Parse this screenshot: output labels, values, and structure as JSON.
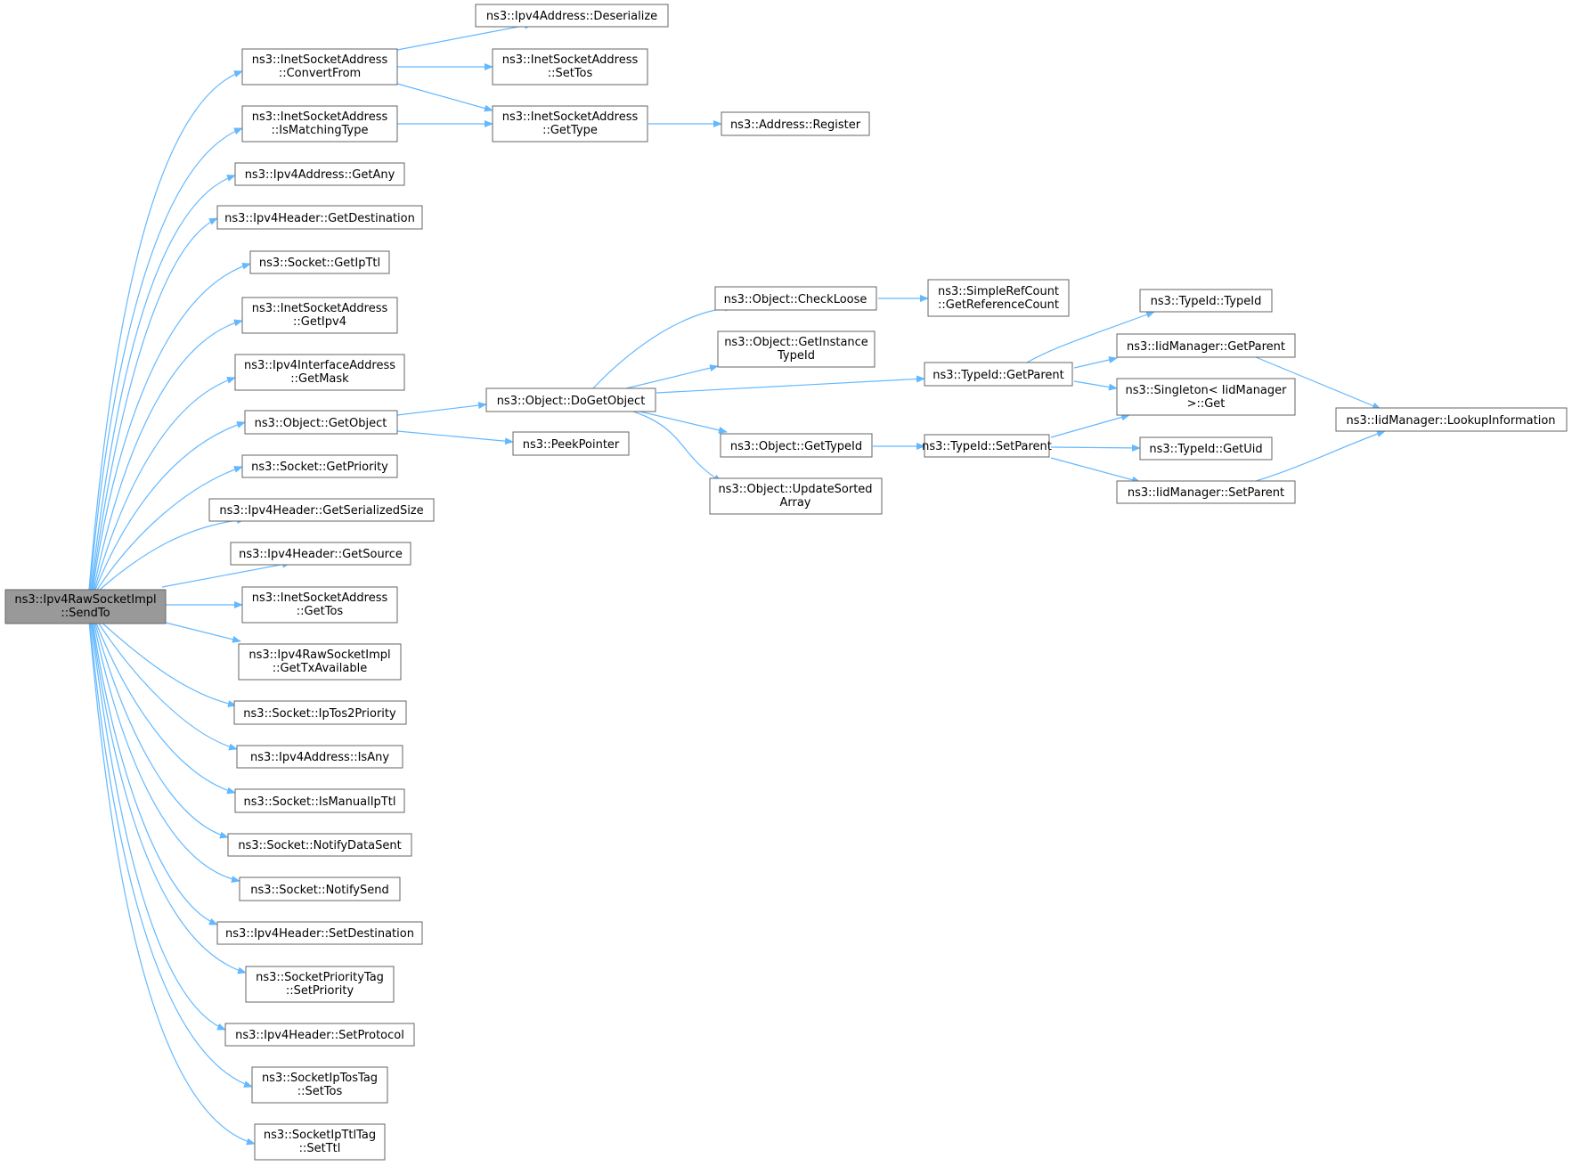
{
  "colors": {
    "edge": "#63b8ff",
    "node_border": "#666666",
    "root_fill": "#999999",
    "node_fill": "#ffffff"
  },
  "nodes": {
    "root": [
      "ns3::Ipv4RawSocketImpl",
      "::SendTo"
    ],
    "inet_convertfrom": [
      "ns3::InetSocketAddress",
      "::ConvertFrom"
    ],
    "inet_ismatching": [
      "ns3::InetSocketAddress",
      "::IsMatchingType"
    ],
    "ipv4addr_getany": [
      "ns3::Ipv4Address::GetAny"
    ],
    "ipv4hdr_getdest": [
      "ns3::Ipv4Header::GetDestination"
    ],
    "socket_getipttl": [
      "ns3::Socket::GetIpTtl"
    ],
    "inet_getipv4": [
      "ns3::InetSocketAddress",
      "::GetIpv4"
    ],
    "ipv4if_getmask": [
      "ns3::Ipv4InterfaceAddress",
      "::GetMask"
    ],
    "object_getobject": [
      "ns3::Object::GetObject"
    ],
    "socket_getpriority": [
      "ns3::Socket::GetPriority"
    ],
    "ipv4hdr_getsersize": [
      "ns3::Ipv4Header::GetSerializedSize"
    ],
    "ipv4hdr_getsource": [
      "ns3::Ipv4Header::GetSource"
    ],
    "inet_gettos": [
      "ns3::InetSocketAddress",
      "::GetTos"
    ],
    "raw_gettxavail": [
      "ns3::Ipv4RawSocketImpl",
      "::GetTxAvailable"
    ],
    "socket_iptos2prio": [
      "ns3::Socket::IpTos2Priority"
    ],
    "ipv4addr_isany": [
      "ns3::Ipv4Address::IsAny"
    ],
    "socket_ismanualipttl": [
      "ns3::Socket::IsManualIpTtl"
    ],
    "socket_notifydatasent": [
      "ns3::Socket::NotifyDataSent"
    ],
    "socket_notifysend": [
      "ns3::Socket::NotifySend"
    ],
    "ipv4hdr_setdest": [
      "ns3::Ipv4Header::SetDestination"
    ],
    "sockprio_setprio": [
      "ns3::SocketPriorityTag",
      "::SetPriority"
    ],
    "ipv4hdr_setproto": [
      "ns3::Ipv4Header::SetProtocol"
    ],
    "socktos_settos": [
      "ns3::SocketIpTosTag",
      "::SetTos"
    ],
    "sockttl_setttl": [
      "ns3::SocketIpTtlTag",
      "::SetTtl"
    ],
    "ipv4addr_deser": [
      "ns3::Ipv4Address::Deserialize"
    ],
    "inet_settos": [
      "ns3::InetSocketAddress",
      "::SetTos"
    ],
    "inet_gettype": [
      "ns3::InetSocketAddress",
      "::GetType"
    ],
    "address_register": [
      "ns3::Address::Register"
    ],
    "object_dogetobject": [
      "ns3::Object::DoGetObject"
    ],
    "peekpointer": [
      "ns3::PeekPointer"
    ],
    "object_checkloose": [
      "ns3::Object::CheckLoose"
    ],
    "object_getinsttypeid": [
      "ns3::Object::GetInstance",
      "TypeId"
    ],
    "object_gettypeid": [
      "ns3::Object::GetTypeId"
    ],
    "object_updatesorted": [
      "ns3::Object::UpdateSorted",
      "Array"
    ],
    "simplerefcount_getref": [
      "ns3::SimpleRefCount",
      "::GetReferenceCount"
    ],
    "typeid_getparent": [
      "ns3::TypeId::GetParent"
    ],
    "typeid_setparent": [
      "ns3::TypeId::SetParent"
    ],
    "typeid_typeid": [
      "ns3::TypeId::TypeId"
    ],
    "iidmgr_getparent": [
      "ns3::IidManager::GetParent"
    ],
    "singleton_get": [
      "ns3::Singleton< IidManager",
      ">::Get"
    ],
    "typeid_getuid": [
      "ns3::TypeId::GetUid"
    ],
    "iidmgr_setparent": [
      "ns3::IidManager::SetParent"
    ],
    "iidmgr_lookup": [
      "ns3::IidManager::LookupInformation"
    ]
  }
}
